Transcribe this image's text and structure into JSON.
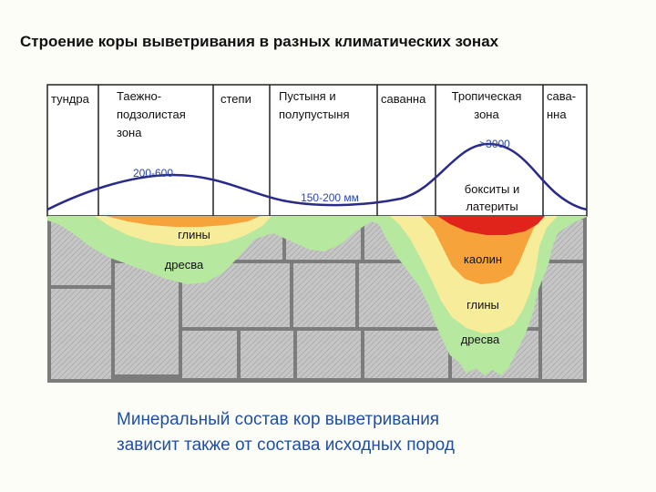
{
  "title": "Строение коры выветривания в разных климатических зонах",
  "zones": {
    "tundra": "тундра",
    "taiga": [
      "Таежно-",
      "подзолистая",
      "зона"
    ],
    "steppe": "степи",
    "desert": [
      "Пустыня и",
      "полупустыня"
    ],
    "savanna_left": "саванна",
    "tropical": [
      "Тропическая",
      "зона"
    ],
    "savanna_right": [
      "сава-",
      "нна"
    ]
  },
  "precipitation": {
    "taiga": "200-600",
    "desert": "150-200 мм",
    "tropical": ">3000"
  },
  "layers": {
    "bauxite": [
      "бокситы и",
      "латериты"
    ],
    "kaolin": "каолин",
    "clay_left": "глины",
    "clay_right": "глины",
    "gruss_left": "дресва",
    "gruss_right": "дресва"
  },
  "colors": {
    "precip_curve": "#2a2a8a",
    "precip_text": "#2b46a8",
    "gruss": "#b6e8a0",
    "clay": "#f7ec9a",
    "kaolin": "#f5a33a",
    "laterite": "#e0241c",
    "bedrock": "#c4c4c4",
    "caption": "#1f4fa3"
  },
  "caption": [
    "Минеральный состав кор выветривания",
    "зависит также от состава исходных пород"
  ]
}
